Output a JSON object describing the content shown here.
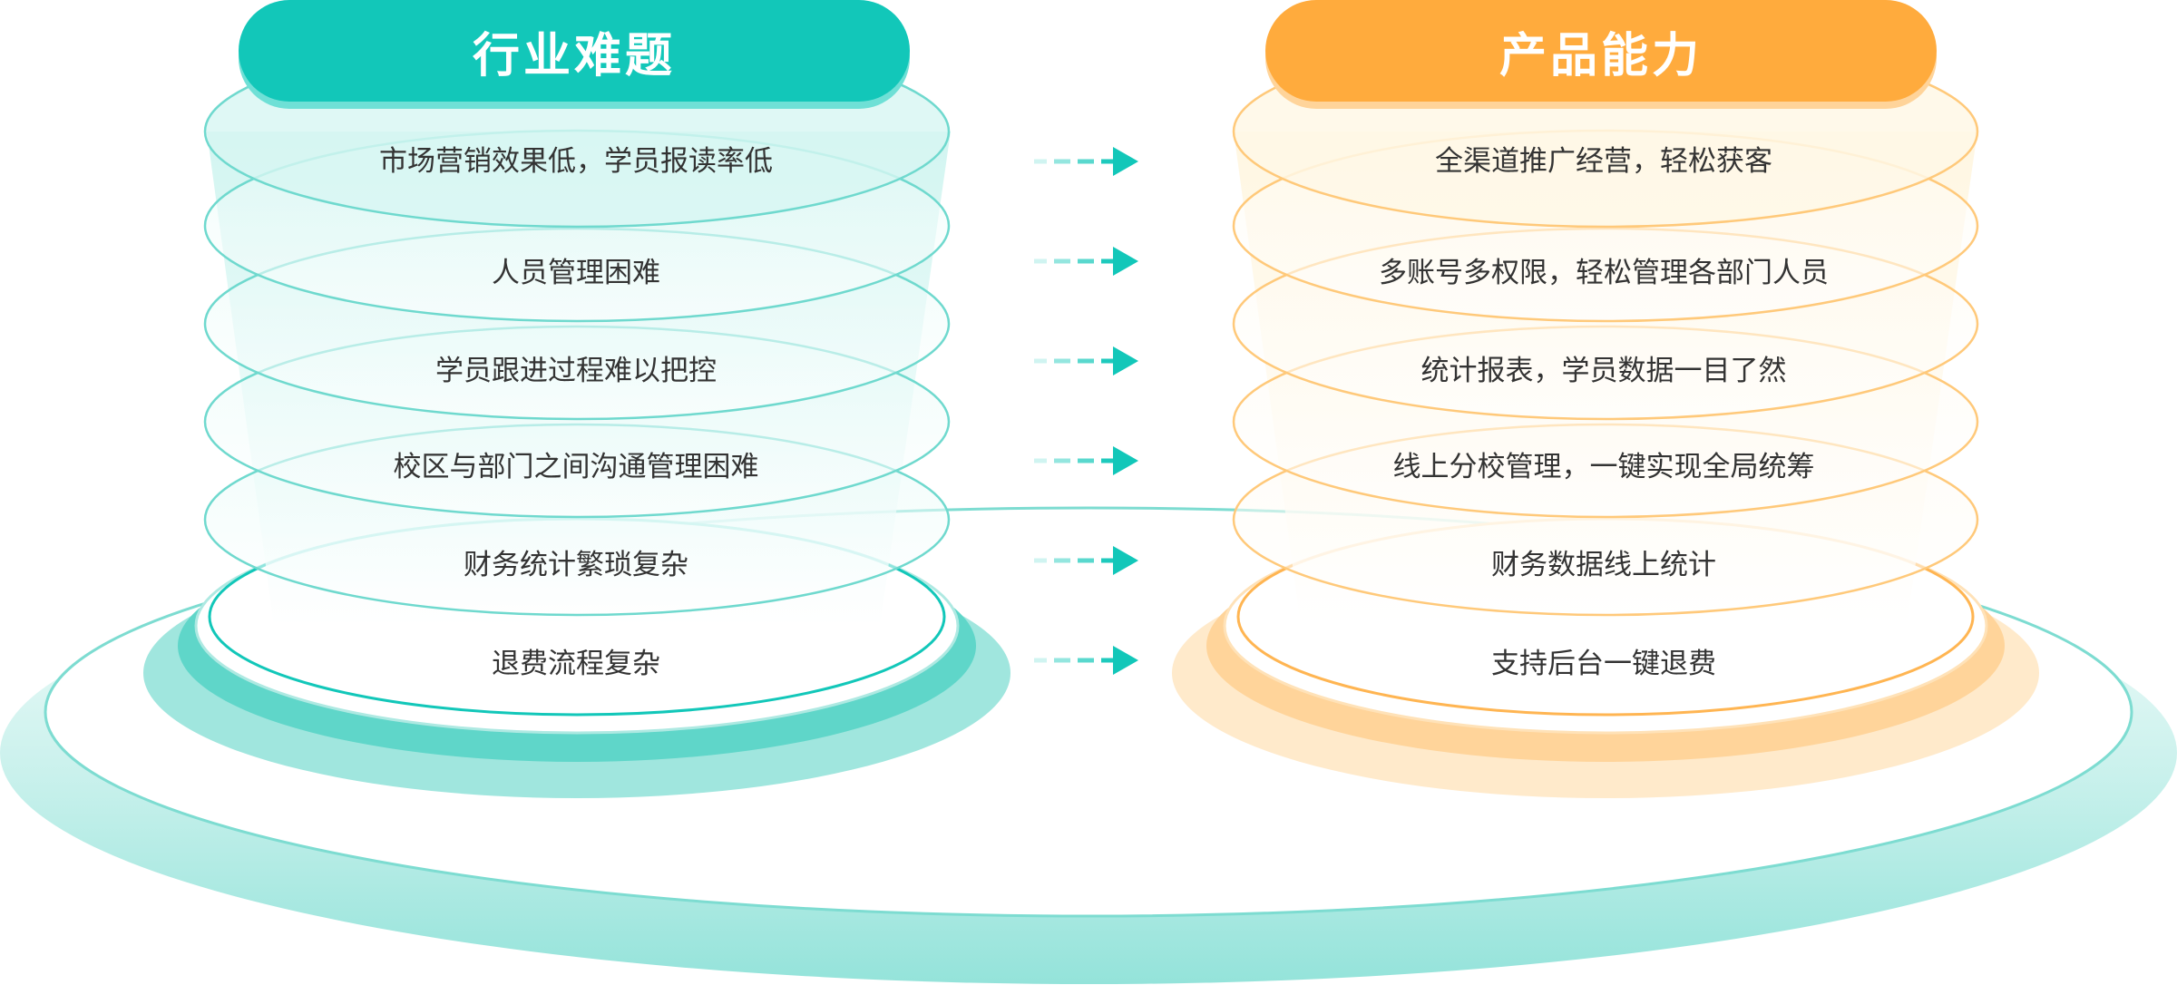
{
  "left_panel": {
    "title": "行业难题",
    "items": [
      "市场营销效果低，学员报读率低",
      "人员管理困难",
      "学员跟进过程难以把控",
      "校区与部门之间沟通管理困难",
      "财务统计繁琐复杂",
      "退费流程复杂"
    ]
  },
  "right_panel": {
    "title": "产品能力",
    "items": [
      "全渠道推广经营，轻松获客",
      "多账号多权限，轻松管理各部门人员",
      "统计报表，学员数据一目了然",
      "线上分校管理，一键实现全局统筹",
      "财务数据线上统计",
      "支持后台一键退费"
    ]
  },
  "colors": {
    "teal": "#12c7b9",
    "orange": "#ffab3d",
    "text": "#333333"
  },
  "arrow_icon": "dashed-arrow-right-icon"
}
